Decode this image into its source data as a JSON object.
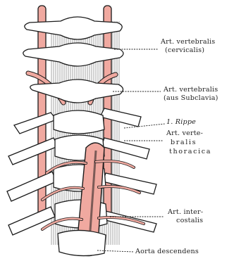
{
  "labels": {
    "vert_cervical_1": "Art. vertebralis",
    "vert_cervical_2": "(cervicalis)",
    "vert_subclavia_1": "Art. vertebralis",
    "vert_subclavia_2": "(aus Subclavia)",
    "rib1": "1. Rippe",
    "vert_thoracic_1": "Art. verte-",
    "vert_thoracic_2": "bralis",
    "vert_thoracic_3": "thoracica",
    "intercostal_1": "Art. inter-",
    "intercostal_2": "costalis",
    "aorta": "Aorta descendens"
  },
  "colors": {
    "artery": "#f0a9a0",
    "artery_edge": "#7a4a45",
    "bone": "#ffffff",
    "ink": "#1b1b1b"
  }
}
